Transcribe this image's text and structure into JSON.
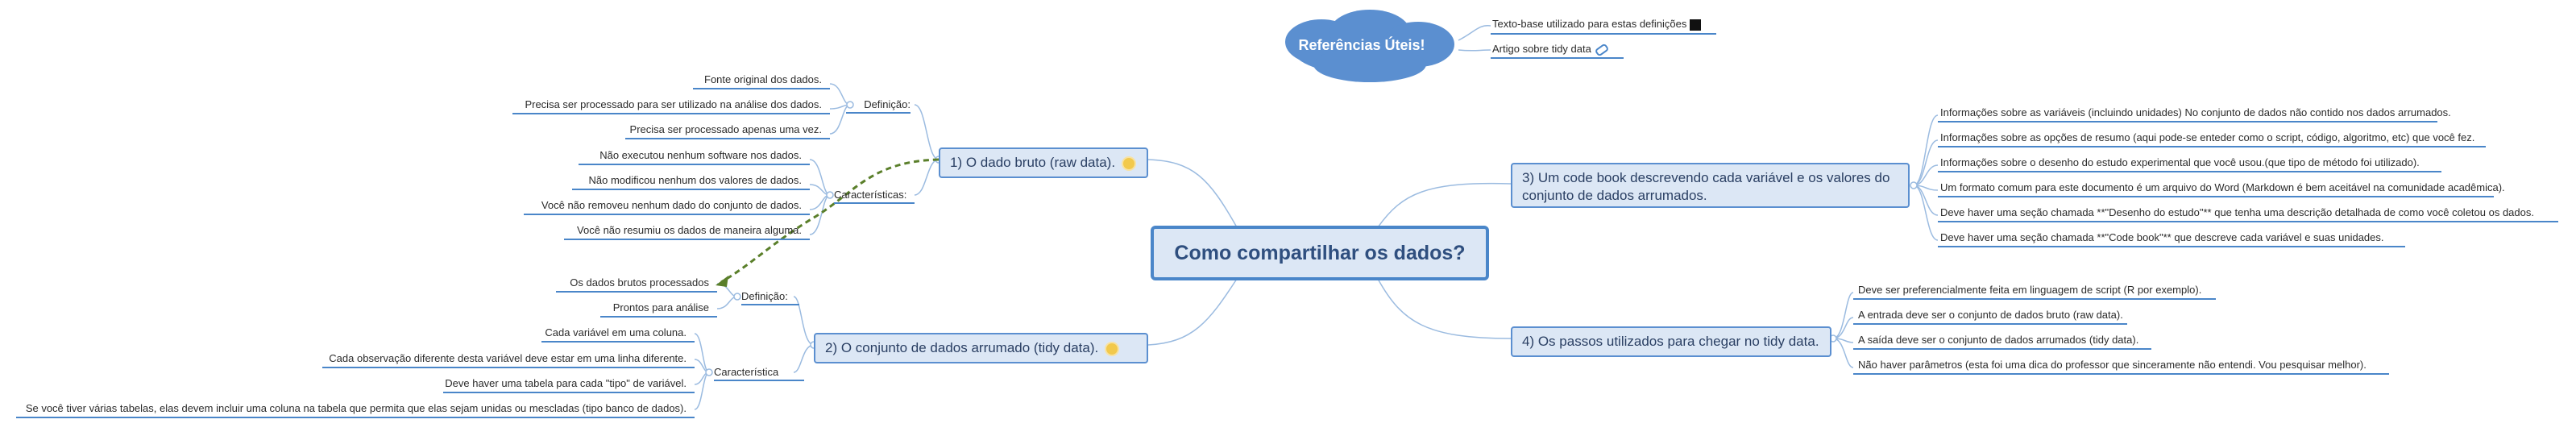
{
  "central": "Como compartilhar os dados?",
  "references": {
    "title": "Referências Úteis!",
    "items": [
      "Texto-base utilizado para estas definições",
      "Artigo sobre tidy data"
    ]
  },
  "branch1": {
    "title": "1) O dado bruto (raw data).",
    "definicao_label": "Definição:",
    "definicao": [
      "Fonte original dos dados.",
      "Precisa ser processado para ser utilizado na análise dos dados.",
      "Precisa ser processado apenas uma vez."
    ],
    "caracteristicas_label": "Características:",
    "caracteristicas": [
      "Não executou nenhum software nos dados.",
      "Não modificou nenhum dos valores de dados.",
      "Você não removeu nenhum dado do conjunto de dados.",
      "Você não resumiu os dados de maneira alguma."
    ]
  },
  "branch2": {
    "title": "2) O conjunto de dados arrumado (tidy data).",
    "definicao_label": "Definição:",
    "definicao": [
      "Os dados brutos processados",
      "Prontos para análise"
    ],
    "caracteristica_label": "Característica",
    "caracteristica": [
      "Cada variável em uma coluna.",
      "Cada observação diferente desta variável deve estar em uma linha diferente.",
      "Deve haver uma tabela para cada \"tipo\" de variável.",
      "Se você tiver várias tabelas, elas devem incluir uma coluna na tabela que permita que elas sejam unidas ou mescladas (tipo banco de dados)."
    ]
  },
  "branch3": {
    "title_line1": "3) Um code book descrevendo cada variável e os valores do",
    "title_line2": "conjunto de dados arrumados.",
    "items": [
      "Informações sobre as variáveis (incluindo unidades) No conjunto de dados não contido nos dados arrumados.",
      "Informações sobre as opções de resumo (aqui pode-se enteder como o script, código, algoritmo, etc)  que você fez.",
      "Informações sobre o desenho do estudo experimental que você usou.(que tipo de método foi utilizado).",
      "Um formato comum para este documento é um arquivo do Word (Markdown é bem aceitável na comunidade acadêmica).",
      "Deve haver uma seção chamada **\"Desenho do estudo\"** que tenha uma descrição detalhada de como você coletou os dados.",
      "Deve haver uma seção chamada **\"Code book\"** que descreve cada variável e suas unidades."
    ]
  },
  "branch4": {
    "title": "4) Os passos utilizados para chegar no tidy data.",
    "items": [
      "Deve ser preferencialmente feita em linguagem de script (R por exemplo).",
      "A entrada deve ser o conjunto de dados bruto (raw data).",
      "A saída deve ser o conjunto de dados arrumados (tidy data).",
      "Não haver parâmetros (esta foi uma dica do professor que sinceramente não entendi. Vou pesquisar melhor)."
    ]
  },
  "colors": {
    "accent": "#4a86c9",
    "node_fill": "#dce7f5",
    "cloud": "#5b8fd0",
    "dashed": "#5a7f2a"
  },
  "icons": {
    "star": "star-icon",
    "black_square": "black-square-icon",
    "link": "link-icon"
  }
}
